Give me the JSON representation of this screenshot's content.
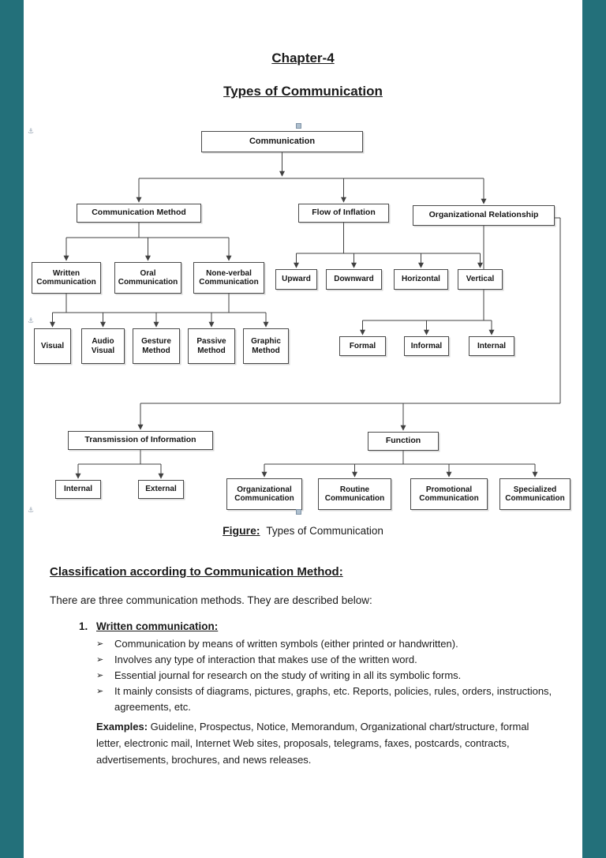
{
  "page": {
    "chapter_title": "Chapter-4",
    "doc_title": "Types of Communication"
  },
  "diagram": {
    "nodes": {
      "communication": "Communication",
      "communication_method": "Communication Method",
      "flow_of_inflation": "Flow of Inflation",
      "organizational_relationship": "Organizational Relationship",
      "written_communication": "Written Communication",
      "oral_communication": "Oral Communication",
      "nonverbal_communication": "None-verbal Communication",
      "upward": "Upward",
      "downward": "Downward",
      "horizontal": "Horizontal",
      "vertical": "Vertical",
      "visual": "Visual",
      "audio_visual": "Audio Visual",
      "gesture_method": "Gesture Method",
      "passive_method": "Passive Method",
      "graphic_method": "Graphic Method",
      "formal": "Formal",
      "informal": "Informal",
      "internal_relationship": "Internal",
      "transmission_of_information": "Transmission of Information",
      "function": "Function",
      "internal": "Internal",
      "external": "External",
      "organizational_communication": "Organizational Communication",
      "routine_communication": "Routine Communication",
      "promotional_communication": "Promotional Communication",
      "specialized_communication": "Specialized Communication"
    },
    "caption": {
      "label": "Figure:",
      "text": "Types of Communication"
    }
  },
  "content": {
    "section_heading": "Classification according to Communication Method:",
    "intro": "There are three communication methods. They are described below:",
    "item": {
      "number": "1.",
      "title": "Written communication:"
    },
    "bullets": [
      "Communication by means of written symbols (either printed or handwritten).",
      "Involves any type of interaction that makes use of the written word.",
      "Essential journal for research on the study of writing in all its symbolic forms.",
      "It mainly consists of diagrams, pictures, graphs, etc. Reports, policies, rules, orders, instructions, agreements, etc."
    ],
    "examples": {
      "label": "Examples:",
      "text": "Guideline, Prospectus, Notice, Memorandum, Organizational chart/structure, formal letter, electronic mail, Internet Web sites, proposals, telegrams, faxes, postcards, contracts, advertisements, brochures, and news releases."
    }
  },
  "glyphs": {
    "bullet": "➢",
    "anchor": "⚓"
  },
  "colors": {
    "frame": "#23707a"
  }
}
